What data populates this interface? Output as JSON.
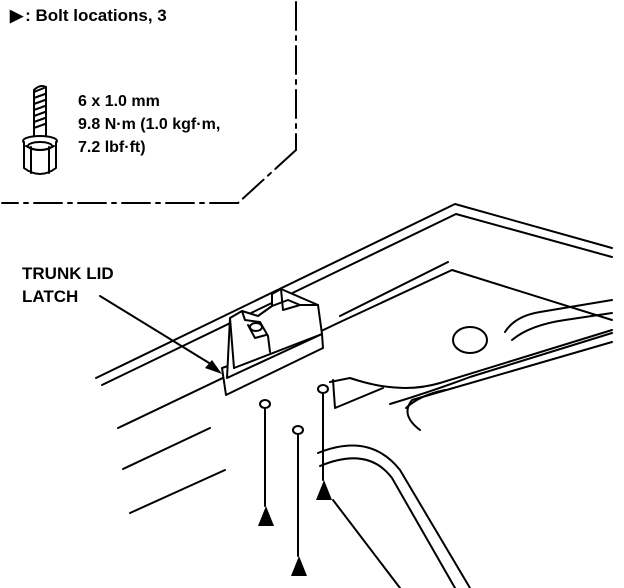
{
  "legend": {
    "marker_glyph": "▶",
    "text": ": Bolt locations, 3"
  },
  "bolt_spec": {
    "line1": "6 x 1.0 mm",
    "line2": "9.8 N·m (1.0 kgf·m,",
    "line3": "7.2 lbf·ft)"
  },
  "callout": {
    "line1": "TRUNK LID",
    "line2": "LATCH"
  },
  "colors": {
    "ink": "#000000",
    "paper": "#ffffff"
  },
  "icons": [
    "bolt-icon",
    "bolt-location-arrow-icon"
  ]
}
